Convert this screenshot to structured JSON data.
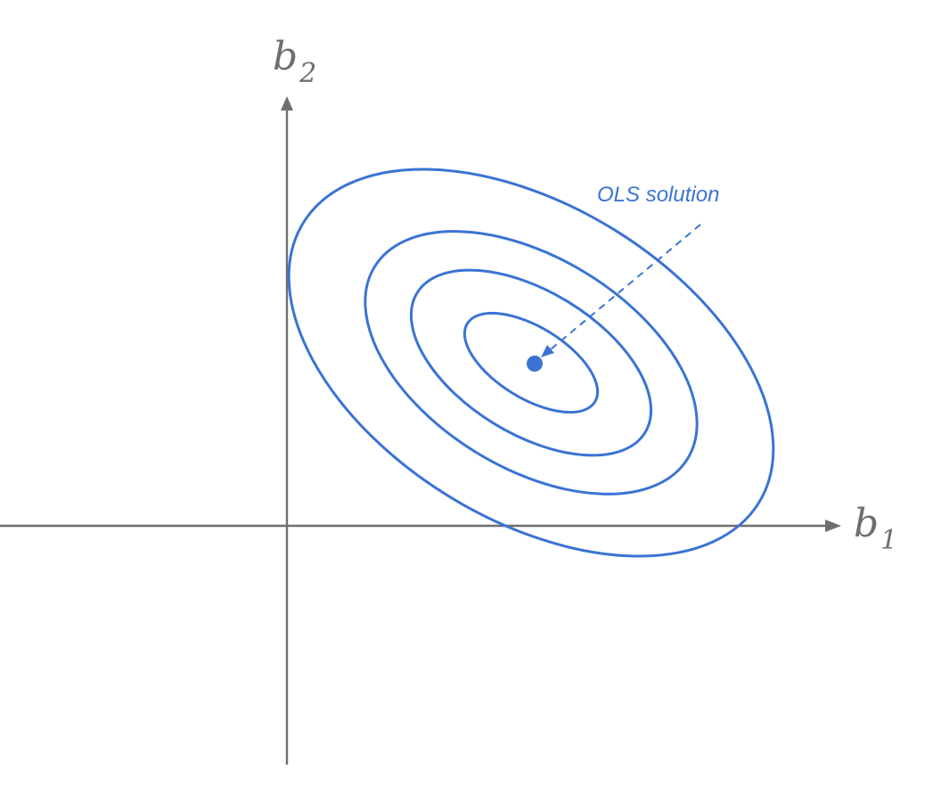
{
  "axes": {
    "x": {
      "symbol": "b",
      "subscript": "1"
    },
    "y": {
      "symbol": "b",
      "subscript": "2"
    }
  },
  "contours": {
    "count": 4
  },
  "optimum": {
    "label": "OLS solution"
  },
  "colors": {
    "contour": "#3a73d4",
    "axis": "#6e6e6e",
    "background": "#ffffff"
  }
}
